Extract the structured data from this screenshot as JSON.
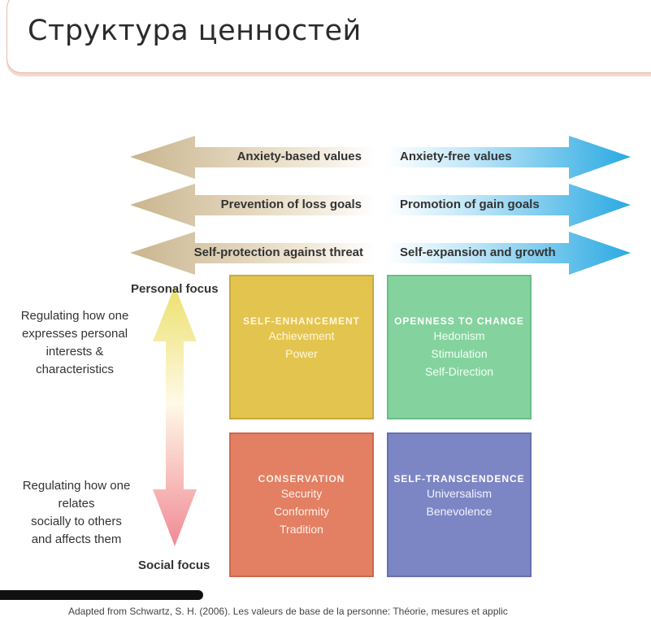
{
  "header": {
    "title": "Структура ценностей"
  },
  "arrows": [
    {
      "left": "Anxiety-based values",
      "right": "Anxiety-free values"
    },
    {
      "left": "Prevention of loss goals",
      "right": "Promotion of gain goals"
    },
    {
      "left": "Self-protection against threat",
      "right": "Self-expansion and growth"
    }
  ],
  "vertical_axis": {
    "top": "Personal focus",
    "bottom": "Social focus",
    "top_description": [
      "Regulating how one",
      "expresses personal",
      "interests &",
      "characteristics"
    ],
    "bottom_description": [
      "Regulating how one",
      "relates",
      "socially to others",
      "and affects them"
    ]
  },
  "quadrants": {
    "self_enhancement": {
      "title": "Self-Enhancement",
      "items": [
        "Achievement",
        "Power"
      ]
    },
    "openness": {
      "title": "Openness to Change",
      "items": [
        "Hedonism",
        "Stimulation",
        "Self-Direction"
      ]
    },
    "conservation": {
      "title": "Conservation",
      "items": [
        "Security",
        "Conformity",
        "Tradition"
      ]
    },
    "self_transcendence": {
      "title": "Self-Transcendence",
      "items": [
        "Universalism",
        "Benevolence"
      ]
    }
  },
  "citation": "Adapted from Schwartz, S. H. (2006). Les valeurs de base de la personne: Théorie, mesures et applic",
  "colors": {
    "arrow_left": "#d8c7a5",
    "arrow_right": "#3bb3e6",
    "self_enhancement": "#e3c44e",
    "openness": "#84d39e",
    "conservation": "#e37f62",
    "self_transcendence": "#7d86c4"
  }
}
